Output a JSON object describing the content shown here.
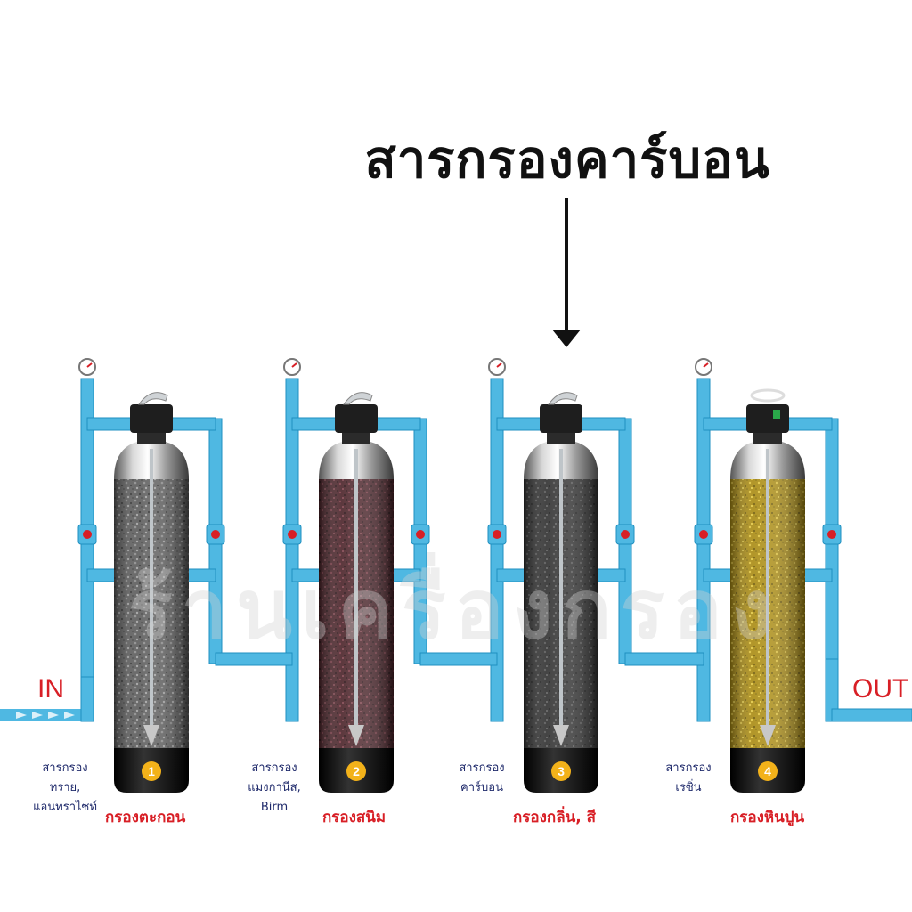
{
  "headline": "สารกรองคาร์บอน",
  "flow": {
    "in_label": "IN",
    "out_label": "OUT"
  },
  "watermark": "ร้านเครื่องกรอง",
  "colors": {
    "pipe": "#4fb8e2",
    "pipe_dark": "#1f8fc0",
    "valve": "#d81f26",
    "label_red": "#d81f26",
    "label_navy": "#1f2a6b",
    "badge": "#f3b21a"
  },
  "tanks": [
    {
      "number": "1",
      "media_lines": [
        "สารกรอง",
        "ทราย,",
        "แอนทราไซท์"
      ],
      "stage": "กรองตะกอน",
      "fill": "gray",
      "head": "valve"
    },
    {
      "number": "2",
      "media_lines": [
        "สารกรอง",
        "แมงกานีส,",
        "Birm"
      ],
      "stage": "กรองสนิม",
      "fill": "maroon",
      "head": "valve"
    },
    {
      "number": "3",
      "media_lines": [
        "สารกรอง",
        "คาร์บอน"
      ],
      "stage": "กรองกลิ่น, สี",
      "fill": "charcoal",
      "head": "valve"
    },
    {
      "number": "4",
      "media_lines": [
        "สารกรอง",
        "เรซิ่น"
      ],
      "stage": "กรองหินปูน",
      "fill": "gold",
      "head": "wheel"
    }
  ]
}
